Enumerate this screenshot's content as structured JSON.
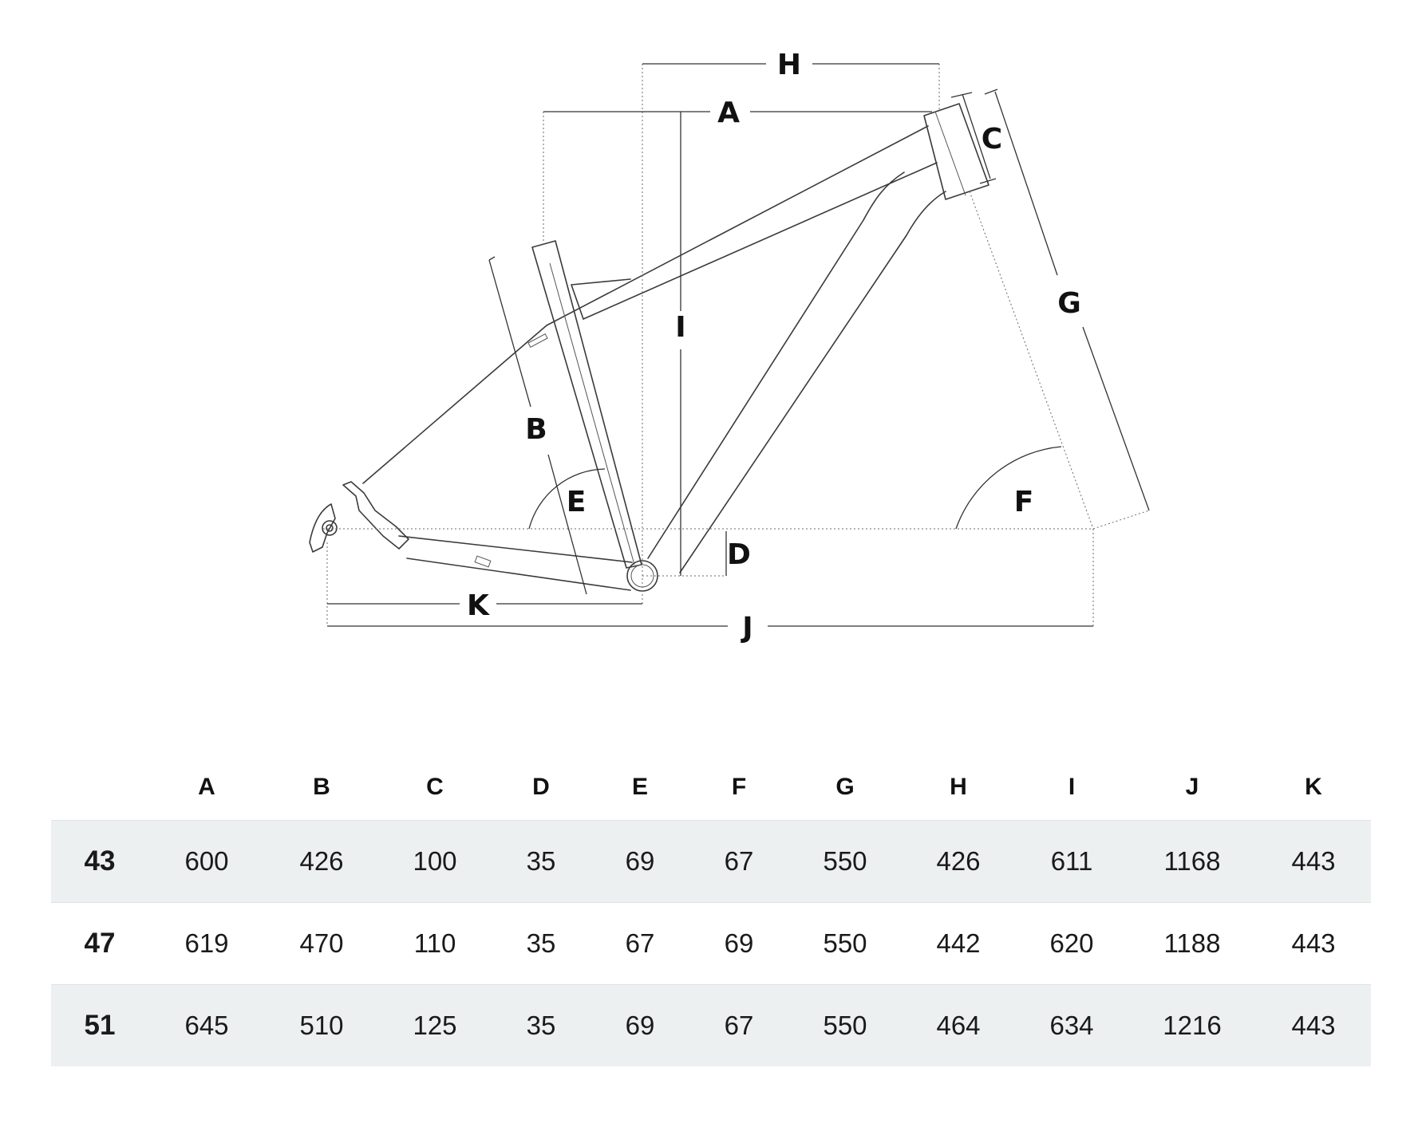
{
  "diagram": {
    "labels": {
      "A": "A",
      "B": "B",
      "C": "C",
      "D": "D",
      "E": "E",
      "F": "F",
      "G": "G",
      "H": "H",
      "I": "I",
      "J": "J",
      "K": "K"
    }
  },
  "table": {
    "columns": [
      "",
      "A",
      "B",
      "C",
      "D",
      "E",
      "F",
      "G",
      "H",
      "I",
      "J",
      "K"
    ],
    "rows": [
      [
        "43",
        "600",
        "426",
        "100",
        "35",
        "69",
        "67",
        "550",
        "426",
        "611",
        "1168",
        "443"
      ],
      [
        "47",
        "619",
        "470",
        "110",
        "35",
        "67",
        "69",
        "550",
        "442",
        "620",
        "1188",
        "443"
      ],
      [
        "51",
        "645",
        "510",
        "125",
        "35",
        "69",
        "67",
        "550",
        "464",
        "634",
        "1216",
        "443"
      ]
    ]
  }
}
